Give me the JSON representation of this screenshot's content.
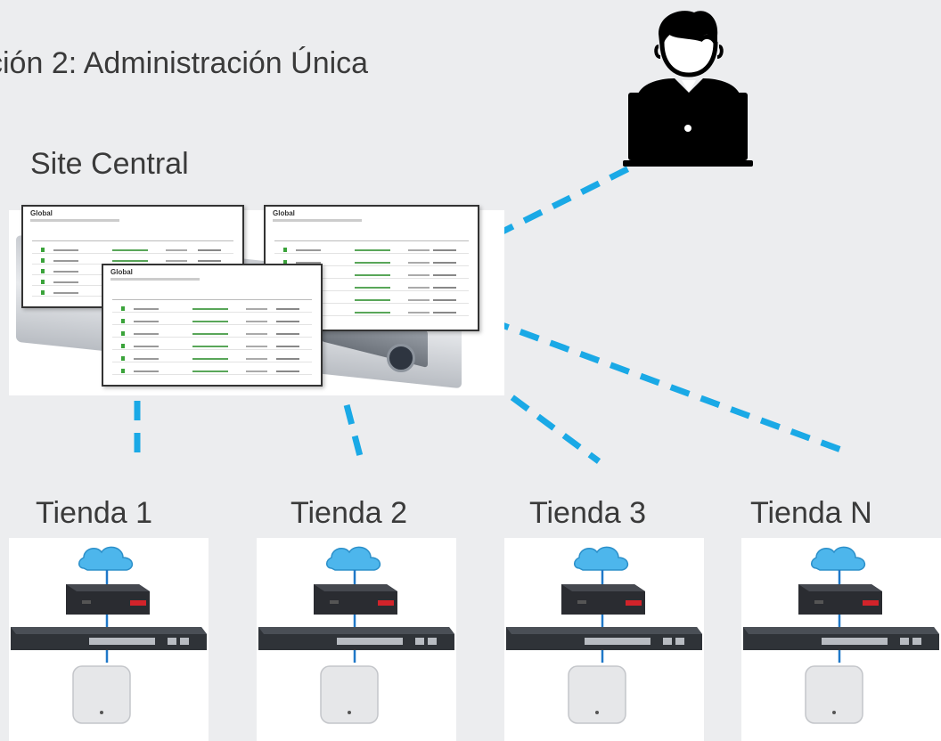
{
  "title": "ción 2: Administración Única",
  "central": {
    "label": "Site Central",
    "dashboard_title": "Global"
  },
  "stores": [
    {
      "label": "Tienda 1"
    },
    {
      "label": "Tienda 2"
    },
    {
      "label": "Tienda 3"
    },
    {
      "label": "Tienda N"
    }
  ],
  "colors": {
    "background": "#ecedef",
    "link": "#1aa9e6",
    "cloud": "#4db6ec",
    "firewall": "#2a2c31",
    "firewall_accent": "#d2232a",
    "switch": "#2f3338",
    "wire": "#1f78c8",
    "access_point": "#e6e7e9"
  },
  "icons": {
    "admin": "admin-user-laptop-icon",
    "cloud": "cloud-icon",
    "firewall": "firewall-icon",
    "switch": "switch-icon",
    "access_point": "access-point-icon",
    "server": "server-icon"
  }
}
